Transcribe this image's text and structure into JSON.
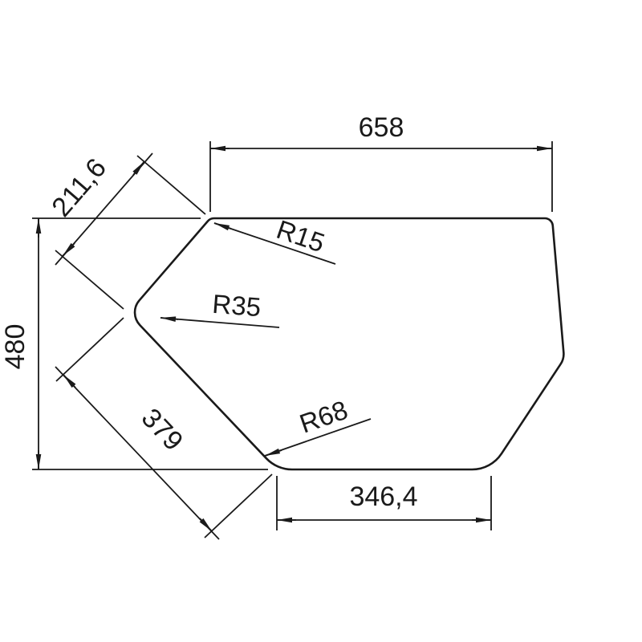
{
  "drawing": {
    "background": "#ffffff",
    "line_color": "#1a1a1a",
    "dimensions": {
      "top_width": "658",
      "upper_left_edge": "211,6",
      "height": "480",
      "lower_left_edge": "379",
      "bottom_width": "346,4"
    },
    "radii": {
      "top_left_corner": "R15",
      "left_corner": "R35",
      "bottom_left_corner": "R68"
    }
  }
}
